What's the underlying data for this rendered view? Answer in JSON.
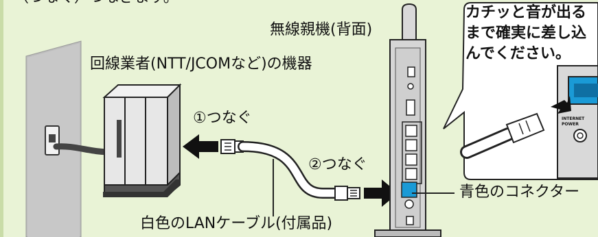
{
  "top_cut_text": "（つなぐ）つなぎます。",
  "router_label": "無線親機(背面)",
  "modem_label": "回線業者(NTT/JCOMなど)の機器",
  "step1_label": "①つなぐ",
  "step2_label": "②つなぐ",
  "blue_connector_label": "青色のコネクター",
  "cable_label": "白色のLANケーブル(付属品)",
  "callout_lines": [
    "カチッと音が出る",
    "まで確実に差し込",
    "んでください。"
  ],
  "port_small_text": [
    "INTERNET",
    "POWER"
  ],
  "colors": {
    "background": "#e9f3d6",
    "blue_port": "#1a9ad6",
    "arrow": "#111111",
    "router_gray": "#d6d6d6"
  }
}
